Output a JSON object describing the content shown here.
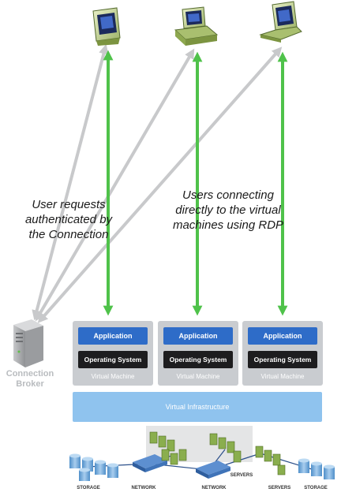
{
  "annotations": {
    "broker_auth": "User requests\nauthenticated by\nthe Connection",
    "rdp_connect": "Users connecting\ndirectly to the virtual\nmachines using RDP"
  },
  "connection_broker": {
    "label": "Connection\nBroker"
  },
  "virtual_machines": [
    {
      "application": "Application",
      "operating_system": "Operating System",
      "label": "Virtual Machine"
    },
    {
      "application": "Application",
      "operating_system": "Operating System",
      "label": "Virtual Machine"
    },
    {
      "application": "Application",
      "operating_system": "Operating System",
      "label": "Virtual Machine"
    }
  ],
  "infrastructure": {
    "label": "Virtual Infrastructure"
  },
  "hardware_labels": {
    "storage_left": "STORAGE",
    "network_left": "NETWORK",
    "network_right": "NETWORK",
    "servers_middle": "SERVERS",
    "servers_right": "SERVERS",
    "storage_right": "STORAGE"
  },
  "colors": {
    "green_arrow": "#4fc24a",
    "gray_arrow": "#c8c9cb",
    "application_blue": "#2e6cc8",
    "os_black": "#1d1d1f",
    "vm_gray": "#c9ccd0",
    "infrastructure_blue": "#8fc3ee",
    "device_green": "#6e9a3a",
    "storage_blue": "#6fa8d8"
  },
  "icons": {
    "client_1": "thin-client-icon",
    "client_2": "desktop-pc-icon",
    "client_3": "laptop-icon",
    "broker": "server-tower-icon"
  }
}
